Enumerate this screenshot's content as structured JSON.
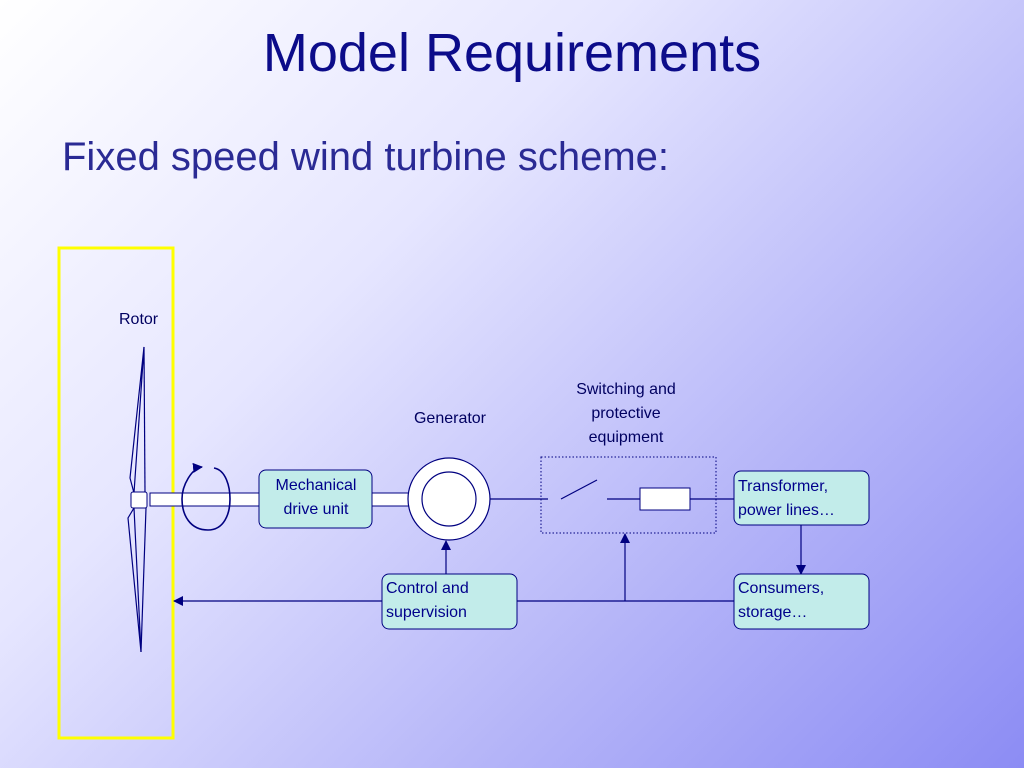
{
  "slide": {
    "title": "Model Requirements",
    "subtitle": "Fixed speed wind turbine scheme:"
  },
  "diagram": {
    "rotor_label": "Rotor",
    "generator_label": "Generator",
    "switching_label": "Switching and protective equipment",
    "mechanical_box": "Mechanical drive unit",
    "transformer_box": "Transformer, power lines…",
    "control_box": "Control and supervision",
    "consumers_box": "Consumers, storage…"
  },
  "colors": {
    "line": "#000080",
    "box_fill": "#c2ecea",
    "highlight": "#ffff00"
  }
}
